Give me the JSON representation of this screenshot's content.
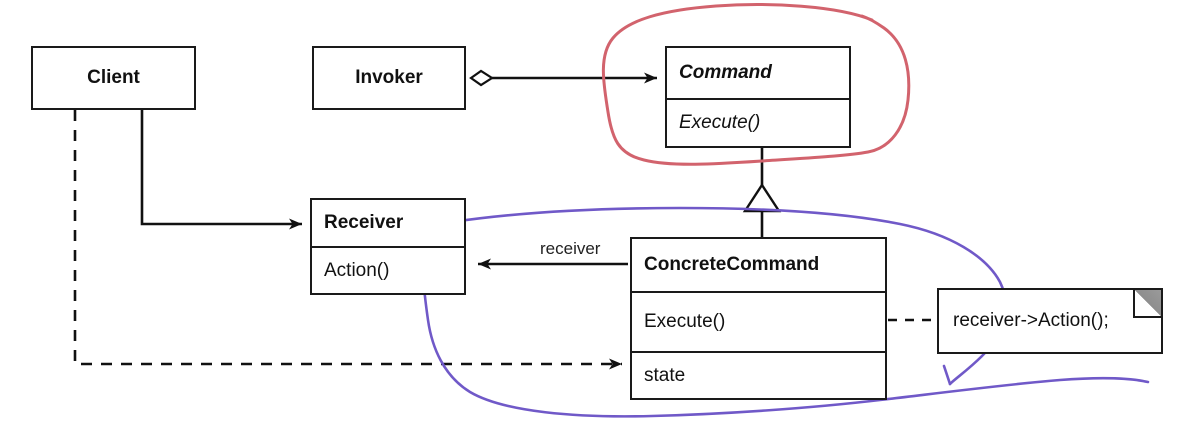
{
  "diagram": {
    "title": "Command design pattern UML class diagram",
    "background": "#ffffff",
    "line_color": "#1a1a1a",
    "annotations": {
      "red_color": "#d2636d",
      "purple_color": "#7059c8"
    }
  },
  "classes": {
    "client": {
      "name": "Client",
      "members": []
    },
    "invoker": {
      "name": "Invoker",
      "members": []
    },
    "command": {
      "name": "Command",
      "abstract": true,
      "members": [
        "Execute()"
      ]
    },
    "receiver": {
      "name": "Receiver",
      "members": [
        "Action()"
      ]
    },
    "concrete_command": {
      "name": "ConcreteCommand",
      "members": [
        "Execute()",
        "state"
      ]
    }
  },
  "note": {
    "text": "receiver->Action();"
  },
  "edges": {
    "receiver_label": "receiver"
  },
  "icons": {
    "aggregation_diamond": "aggregation-diamond-icon",
    "inheritance_triangle": "inheritance-triangle-icon",
    "arrow_head": "solid-arrowhead-icon",
    "socket_circle": "note-anchor-circle-icon",
    "note_fold": "note-fold-corner-icon"
  }
}
